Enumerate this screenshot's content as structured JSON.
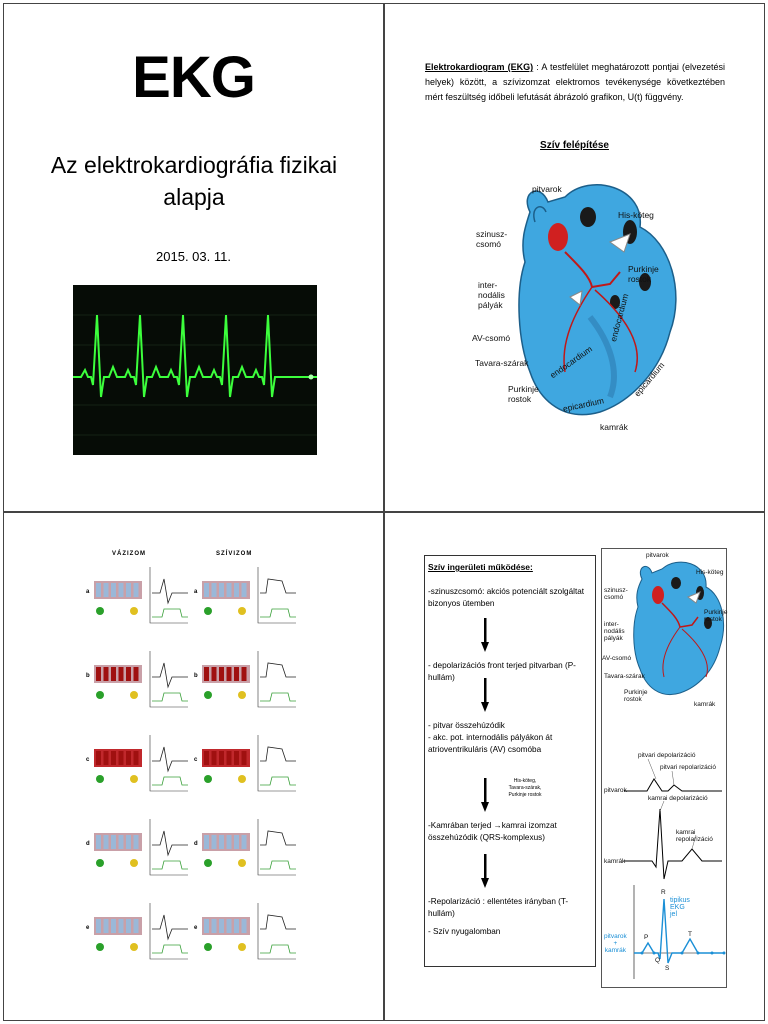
{
  "slide1": {
    "title": "EKG",
    "subtitle": "Az elektrokardiográfia fizikai alapja",
    "date": "2015. 03. 11."
  },
  "slide2": {
    "definition_term": "Elektrokardiogram (EKG)",
    "definition_text": " : A testfelület meghatározott pontjai (elvezetési helyek) között, a szívizomzat elektromos tevékenysége következtében mért feszültség időbeli lefutását ábrázoló grafikon, U(t) függvény.",
    "heart_title": "Szív felépítése",
    "labels": {
      "pitvarok": "pitvarok",
      "his": "His-köteg",
      "szinusz": "szinusz-\ncsomó",
      "purkinje1": "Purkinje\nrostok",
      "internodalis": "inter-\nnodális\npályák",
      "av": "AV-csomó",
      "tavara": "Tavara-szárak",
      "purkinje2": "Purkinje\nrostok",
      "kamrak": "kamrák",
      "endocardium1": "endocardium",
      "endocardium2": "endocardium",
      "epicardium1": "epicardium",
      "epicardium2": "epicardium"
    }
  },
  "slide3": {
    "col1": "VÁZIZOM",
    "col2": "SZÍVIZOM",
    "rows": [
      "a",
      "b",
      "c",
      "d",
      "e"
    ]
  },
  "slide4": {
    "flow_title": "Szív ingerületi működése:",
    "items": [
      "-szinuszcsomó: akciós potenciált szolgáltat bizonyos ütemben",
      "- depolarizációs front terjed pitvarban (P-hullám)",
      "- pitvar összehúzódik",
      "- akc. pot. internodális pályákon át atrioventrikuláris (AV) csomóba",
      "-Kamrában terjed →kamrai izomzat összehúzódik (QRS-komplexus)",
      "-Repolarizáció : ellentétes irányban (T-hullám)",
      "- Szív nyugalomban"
    ],
    "small_note": "His-köteg,\nTavara-szárak,\nPurkinje rostok",
    "panel_labels": {
      "pitvarok": "pitvarok",
      "his": "His-köteg",
      "szinusz": "szinusz-\ncsomó",
      "purkinje1": "Purkinje\nrostok",
      "internodalis": "inter-\nnodális\npályák",
      "av": "AV-csomó",
      "tavara": "Tavara-szárak",
      "purkinje2": "Purkinje\nrostok",
      "kamrak": "kamrák",
      "pitvari_dep": "pitvari depolarizáció",
      "pitvari_rep": "pitvari repolarizáció",
      "pitvarok2": "pitvarok",
      "kamrai_dep": "kamrai depolarizáció",
      "kamrai_rep": "kamrai repolarizáció",
      "kamrak2": "kamrák",
      "tipikus": "tipikus\nEKG\njel",
      "pitvarok_kamrak": "pitvarok\n+\nkamrák",
      "P": "P",
      "Q": "Q",
      "R": "R",
      "S": "S",
      "T": "T"
    },
    "colors": {
      "ekg_blue": "#1a8fd6",
      "heart_blue": "#3fa7e0"
    }
  }
}
